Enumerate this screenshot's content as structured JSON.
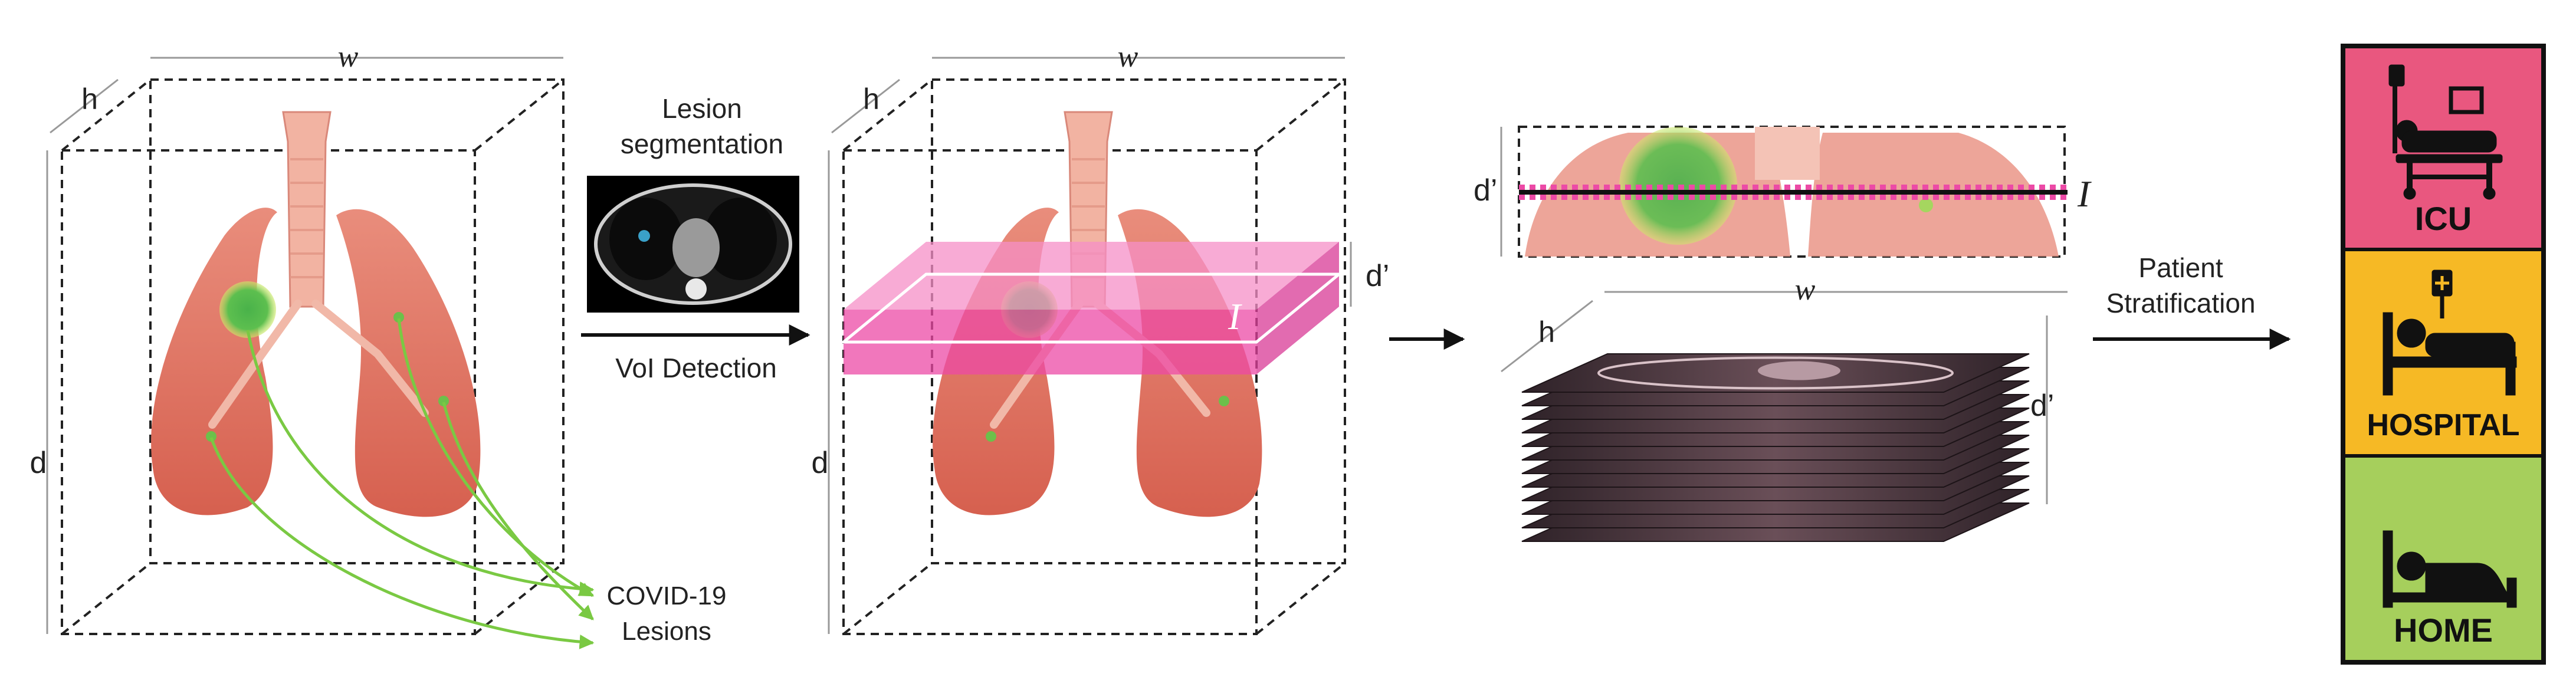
{
  "panel1": {
    "dims": {
      "w": "w",
      "h": "h",
      "d": "d"
    },
    "lesion_label_line1": "COVID-19",
    "lesion_label_line2": "Lesions"
  },
  "step1": {
    "top_label_line1": "Lesion",
    "top_label_line2": "segmentation",
    "bottom_label": "VoI Detection"
  },
  "panel2": {
    "dims": {
      "w": "w",
      "h": "h",
      "d": "d",
      "dprime": "d’"
    },
    "slab_label": "I"
  },
  "panel3": {
    "dprime_top": "d’",
    "slice_label": "I",
    "dims": {
      "w": "w",
      "h": "h",
      "dprime": "d’"
    },
    "slice_count": 12
  },
  "step2": {
    "label_line1": "Patient",
    "label_line2": "Stratification"
  },
  "outcomes": [
    {
      "label": "ICU",
      "color": "#e9577f",
      "icon": "icu-bed-icon"
    },
    {
      "label": "HOSPITAL",
      "color": "#f6b925",
      "icon": "hospital-bed-icon"
    },
    {
      "label": "HOME",
      "color": "#a6cf5c",
      "icon": "home-bed-icon"
    }
  ],
  "colors": {
    "lung": "#e07563",
    "lesion": "#6cc04a",
    "slab": "#ec4aa6",
    "slice_stack": "#3a2a30"
  }
}
